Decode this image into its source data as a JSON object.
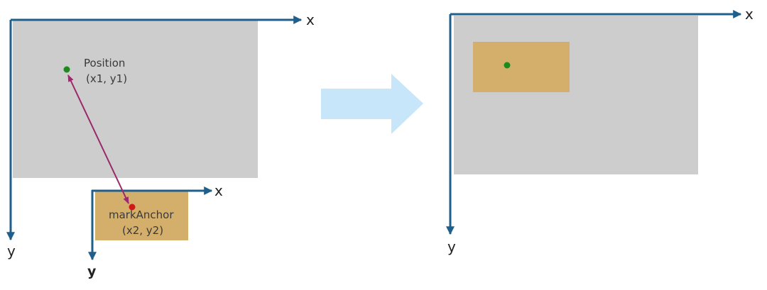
{
  "colors": {
    "axis": "#1f5f8b",
    "container": "#cdcdcd",
    "component": "#d4ae6b",
    "position_dot": "#1c8a1c",
    "anchor_dot": "#d01818",
    "offset_arrow": "#9a2a6a",
    "transition_arrow": "#c7e6fa",
    "label_text": "#3a3a3a"
  },
  "left": {
    "axis_x_label": "x",
    "axis_y_label": "y",
    "position_label": "Position",
    "position_coords": "(x1, y1)",
    "anchor_label": "markAnchor",
    "anchor_coords": "(x2, y2)",
    "component_axis_x_label": "x",
    "component_axis_y_label": "y"
  },
  "right": {
    "axis_x_label": "x",
    "axis_y_label": "y"
  }
}
